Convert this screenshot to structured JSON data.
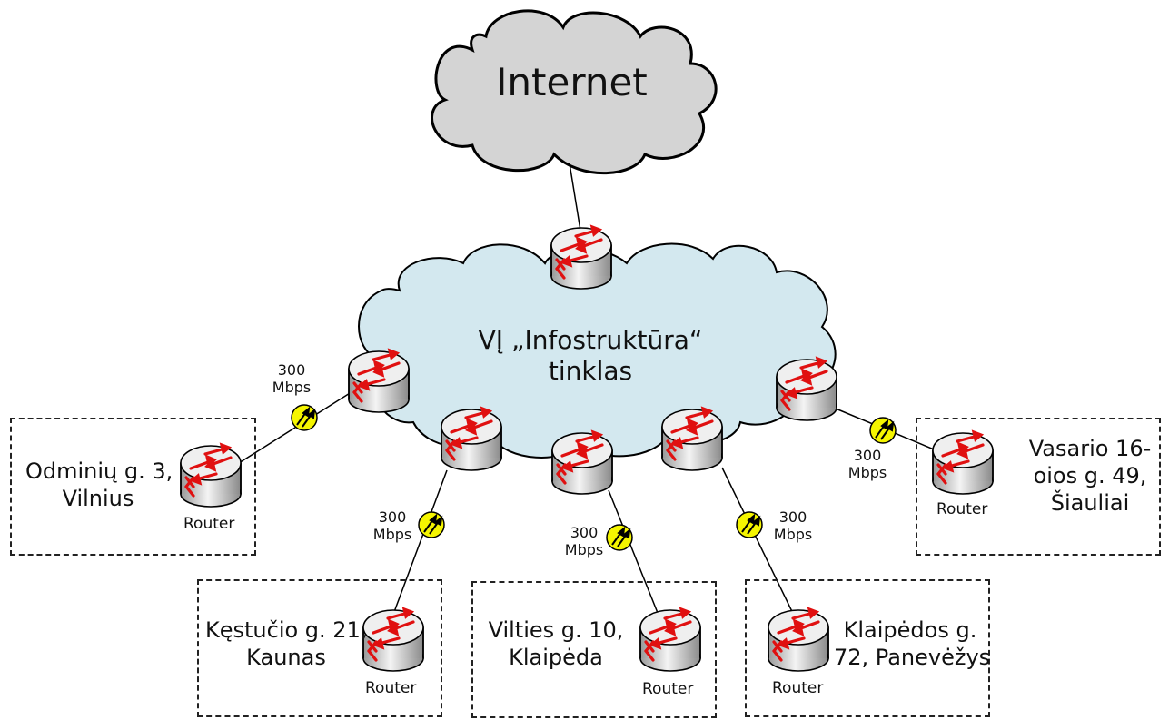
{
  "internet": {
    "label": "Internet"
  },
  "core": {
    "line1": "VĮ „Infostruktūra“",
    "line2": "tinklas"
  },
  "speed": {
    "value": "300",
    "unit": "Mbps"
  },
  "router_label": "Router",
  "sites": {
    "vilnius": {
      "line1": "Odminių g. 3,",
      "line2": "Vilnius"
    },
    "kaunas": {
      "line1": "Kęstučio g. 21,",
      "line2": "Kaunas"
    },
    "klaipeda": {
      "line1": "Vilties g. 10,",
      "line2": "Klaipėda"
    },
    "panevezys": {
      "line1": "Klaipėdos g.",
      "line2": "72, Panevėžys"
    },
    "siauliai": {
      "line1": "Vasario 16-",
      "line2": "oios g. 49,",
      "line3": "Šiauliai"
    }
  },
  "colors": {
    "internet_cloud": "#d4d4d4",
    "core_cloud": "#d3e8ef",
    "link_marker": "#f5f500",
    "router_arrow": "#e01010"
  }
}
